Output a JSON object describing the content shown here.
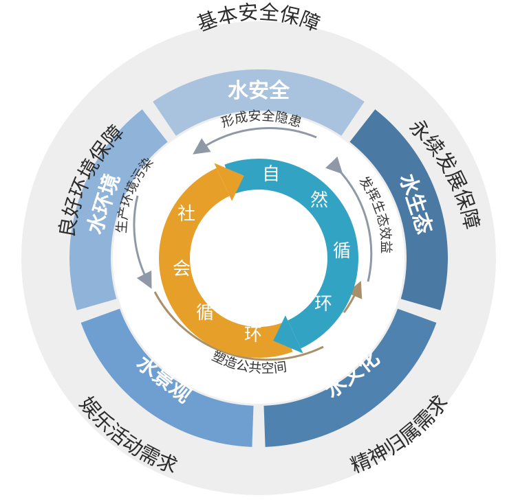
{
  "outer_ring": {
    "top": "基本安全保障",
    "left": "良好环境保障",
    "right": "永续发展保障",
    "bottom_left": "娱乐活动需求",
    "bottom_right": "精神归属需求"
  },
  "segments": [
    {
      "label": "水安全",
      "color": "#a9c3df"
    },
    {
      "label": "水生态",
      "color": "#4a7aa4"
    },
    {
      "label": "水文化",
      "color": "#4f82af"
    },
    {
      "label": "水景观",
      "color": "#6f9fd0"
    },
    {
      "label": "水环境",
      "color": "#8fb3d9"
    }
  ],
  "inner_ring": {
    "top": "形成安全隐患",
    "right": "发挥生态效益",
    "bottom": "塑造公共空间",
    "left": "生产环境污染"
  },
  "cycles": {
    "natural": {
      "chars": [
        "自",
        "然",
        "循",
        "环"
      ],
      "color": "#33a3c4"
    },
    "social": {
      "chars": [
        "社",
        "会",
        "循",
        "环"
      ],
      "color": "#e6a02a"
    }
  },
  "colors": {
    "outer_ring": "#eeeeee",
    "inner_arrow": "#8f98a6",
    "brown_arrow": "#a8916a"
  }
}
